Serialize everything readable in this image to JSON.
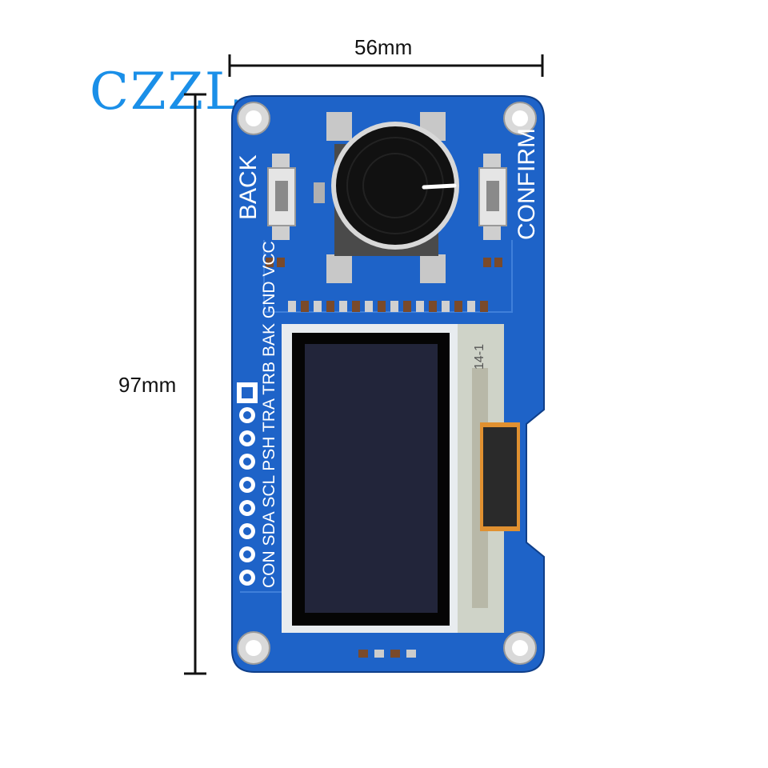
{
  "logo": {
    "text": "CZZL",
    "color": "#1a8fe8"
  },
  "dimensions": {
    "width_label": "56mm",
    "height_label": "97mm"
  },
  "board": {
    "color": "#1e63c8",
    "buttons": {
      "back_label": "BACK",
      "confirm_label": "CONFIRM"
    },
    "pin_labels": [
      "CON",
      "SDA",
      "SCL",
      "PSH",
      "TRA",
      "TRB",
      "BAK",
      "GND",
      "VCC"
    ],
    "display_flex_marking": "14-1"
  }
}
